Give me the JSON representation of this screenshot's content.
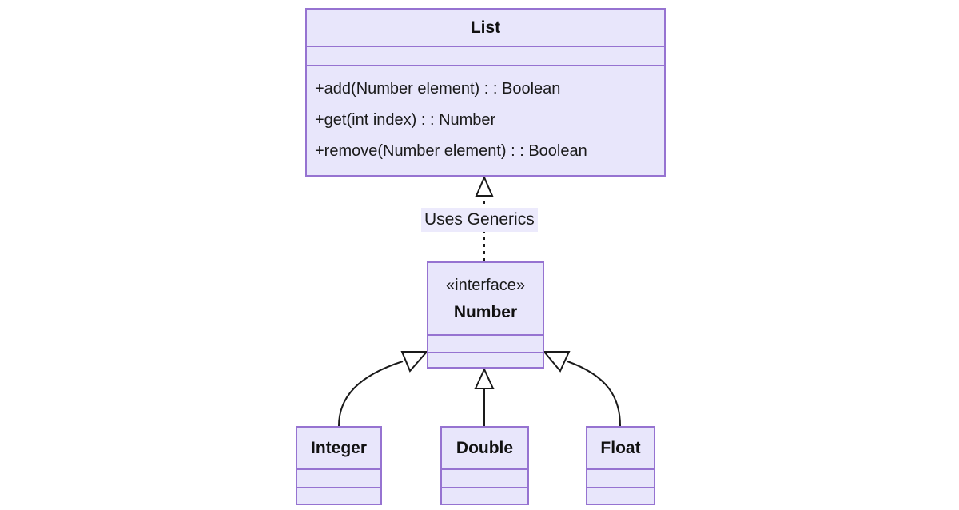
{
  "diagram": {
    "type": "uml-class-diagram",
    "colors": {
      "box_fill": "#e8e6fb",
      "box_border": "#9673d1",
      "line": "#1a1a1a",
      "label_background": "#eceafc",
      "canvas_background": "#ffffff"
    },
    "classes": [
      {
        "id": "list",
        "name": "List",
        "stereotype": "",
        "attributes": [],
        "operations": [
          "+add(Number element) : : Boolean",
          "+get(int index) : : Number",
          "+remove(Number element) : : Boolean"
        ]
      },
      {
        "id": "number",
        "name": "Number",
        "stereotype": "«interface»",
        "attributes": [],
        "operations": []
      },
      {
        "id": "integer",
        "name": "Integer",
        "stereotype": "",
        "attributes": [],
        "operations": []
      },
      {
        "id": "double",
        "name": "Double",
        "stereotype": "",
        "attributes": [],
        "operations": []
      },
      {
        "id": "float",
        "name": "Float",
        "stereotype": "",
        "attributes": [],
        "operations": []
      }
    ],
    "relationships": [
      {
        "id": "rel-number-list",
        "from": "number",
        "to": "list",
        "kind": "realization",
        "line_style": "dashed",
        "arrowhead": "hollow-triangle",
        "label": "Uses Generics"
      },
      {
        "id": "rel-integer-number",
        "from": "integer",
        "to": "number",
        "kind": "generalization",
        "line_style": "solid-curved",
        "arrowhead": "hollow-triangle",
        "label": ""
      },
      {
        "id": "rel-double-number",
        "from": "double",
        "to": "number",
        "kind": "generalization",
        "line_style": "solid",
        "arrowhead": "hollow-triangle",
        "label": ""
      },
      {
        "id": "rel-float-number",
        "from": "float",
        "to": "number",
        "kind": "generalization",
        "line_style": "solid-curved",
        "arrowhead": "hollow-triangle",
        "label": ""
      }
    ]
  }
}
